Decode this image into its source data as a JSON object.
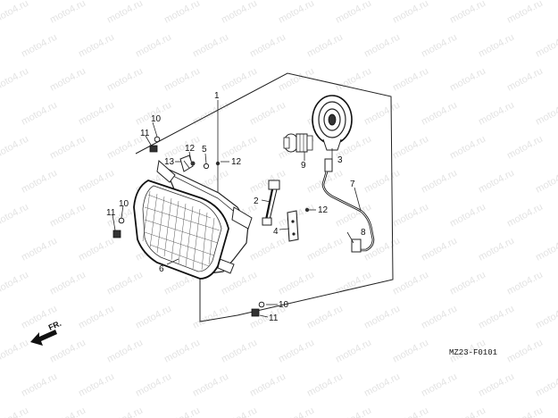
{
  "watermark": "moto4.ru",
  "diagram_code": "MZ23-F0101",
  "direction_label": "FR.",
  "callouts": {
    "c1": "1",
    "c2": "2",
    "c3": "3",
    "c4": "4",
    "c5": "5",
    "c6": "6",
    "c7": "7",
    "c8": "8",
    "c9": "9",
    "c10a": "10",
    "c10b": "10",
    "c10c": "10",
    "c11a": "11",
    "c11b": "11",
    "c11c": "11",
    "c12a": "12",
    "c12b": "12",
    "c12c": "12",
    "c13": "13"
  }
}
